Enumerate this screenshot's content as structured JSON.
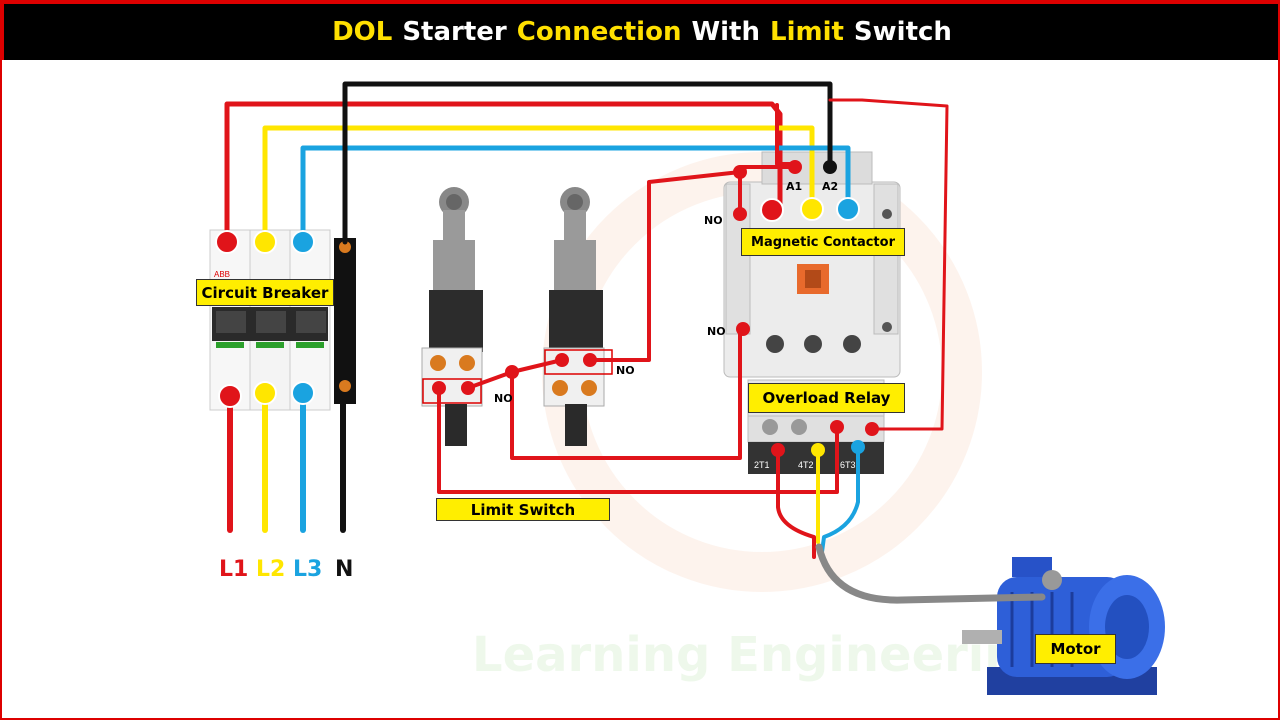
{
  "title": {
    "part1": "DOL",
    "part2": "Starter",
    "part3": "Connection",
    "part4": "With",
    "part5": "Limit",
    "part6": "Switch"
  },
  "labels": {
    "circuit_breaker": "Circuit Breaker",
    "magnetic_contactor": "Magnetic Contactor",
    "overload_relay": "Overload Relay",
    "limit_switch": "Limit Switch",
    "motor": "Motor"
  },
  "phases": {
    "l1": "L1",
    "l2": "L2",
    "l3": "L3",
    "n": "N"
  },
  "terminals": {
    "a1": "A1",
    "a2": "A2",
    "no_contactor_top": "NO",
    "no_contactor_mid": "NO",
    "no_limit_1": "NO",
    "no_limit_2": "NO"
  },
  "watermark": "Learning Engineering",
  "colors": {
    "l1": "#e0141a",
    "l2": "#ffe600",
    "l3": "#1aa3e0",
    "n": "#111111",
    "label_bg": "#ffee00",
    "title_bg": "#000000",
    "title_highlight": "#ffe000",
    "border": "#dd0000"
  }
}
